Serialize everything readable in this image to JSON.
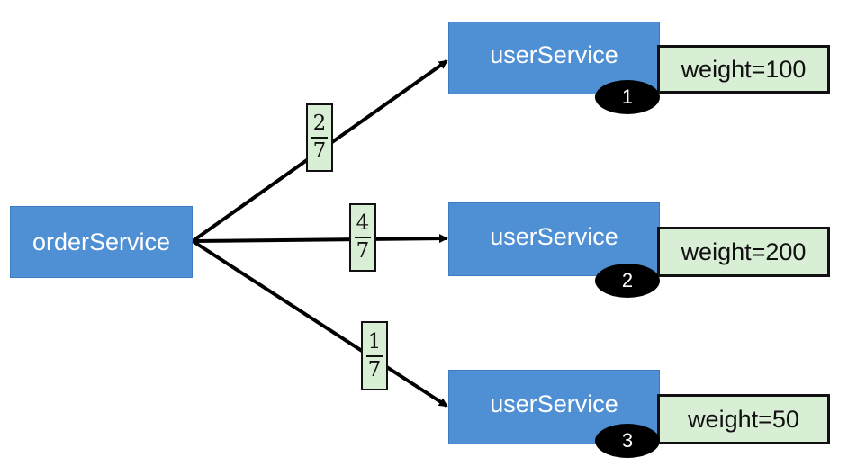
{
  "source": {
    "label": "orderService"
  },
  "targets": [
    {
      "label": "userService",
      "weight": "weight=100",
      "index": "1"
    },
    {
      "label": "userService",
      "weight": "weight=200",
      "index": "2"
    },
    {
      "label": "userService",
      "weight": "weight=50",
      "index": "3"
    }
  ],
  "fractions": [
    {
      "numerator": "2",
      "denominator": "7"
    },
    {
      "numerator": "4",
      "denominator": "7"
    },
    {
      "numerator": "1",
      "denominator": "7"
    }
  ],
  "colors": {
    "node_fill": "#4f8fd3",
    "label_fill": "#d9efd5",
    "line": "#000000"
  }
}
